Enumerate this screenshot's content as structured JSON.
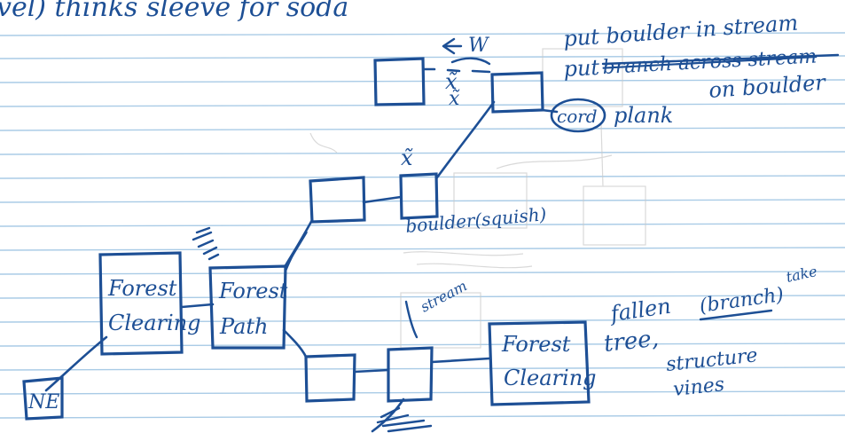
{
  "top_note": "vel) thinks sleeve for soda",
  "rooms": {
    "ne": "NE",
    "clearing_1": [
      "Forest",
      "Clearing"
    ],
    "path": [
      "Forest",
      "Path"
    ],
    "clearing_2": [
      "Forest",
      "Clearing"
    ]
  },
  "direction_w": "W",
  "cross_marks": [
    "x̃",
    "x̃",
    "x̃"
  ],
  "notes": {
    "line1": "put boulder in stream",
    "line2_a": "put",
    "line2_struck": "branch across stream",
    "line3": "on boulder",
    "cord": "cord",
    "plank": "plank",
    "boulder": "boulder(squish)",
    "stream": "stream",
    "take": "take",
    "fallen_a": "fallen",
    "fallen_b": "(branch)",
    "tree": "tree,",
    "structure": "structure",
    "vines": "vines"
  }
}
